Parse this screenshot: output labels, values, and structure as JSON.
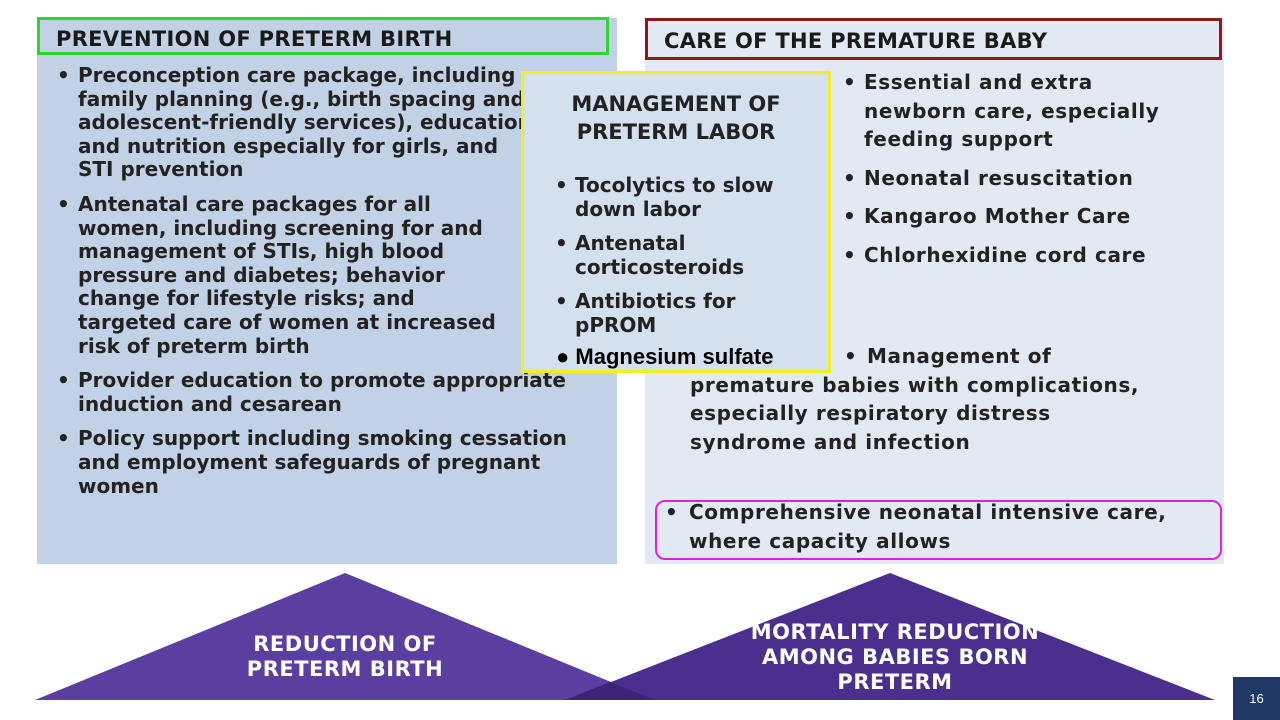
{
  "prevention": {
    "title": "PREVENTION OF PRETERM BIRTH",
    "items": [
      "Preconception care package, including family planning (e.g., birth spacing and adolescent-friendly services), education and nutrition especially for girls, and STI prevention",
      "Antenatal care packages for all women, including screening for and management of STIs, high blood pressure and diabetes; behavior change for lifestyle risks; and targeted care of women at increased risk of preterm birth",
      "Provider education to promote appropriate induction and cesarean",
      "Policy support including smoking cessation and employment safeguards of pregnant women"
    ]
  },
  "management": {
    "title": "MANAGEMENT OF PRETERM LABOR",
    "items": [
      "Tocolytics to slow down labor",
      "Antenatal corticosteroids",
      "Antibiotics for pPROM"
    ],
    "added_item": "● Magnesium sulfate"
  },
  "care": {
    "title": "CARE OF THE PREMATURE BABY",
    "items": [
      "Essential and extra newborn care, especially feeding support",
      "Neonatal resuscitation",
      "Kangaroo Mother Care",
      "Chlorhexidine cord care"
    ],
    "complications_first": "Management of",
    "complications_rest": "premature babies with complications, especially respiratory distress syndrome and infection",
    "nicu": "Comprehensive neonatal intensive care, where capacity allows"
  },
  "outcomes": {
    "left": "REDUCTION OF PRETERM BIRTH",
    "right": "MORTALITY REDUCTION AMONG BABIES BORN PRETERM"
  },
  "page_number": "16",
  "colors": {
    "left_panel": "#c2d1e6",
    "right_panel": "#e3e9f2",
    "left_title_border": "#2fd42f",
    "right_title_border": "#8b1a1a",
    "management_border": "#f0f020",
    "nicu_border": "#e020e0",
    "triangle_left": "#5b3fa0",
    "triangle_right": "#4a2f8f",
    "page_badge": "#1f3864"
  }
}
